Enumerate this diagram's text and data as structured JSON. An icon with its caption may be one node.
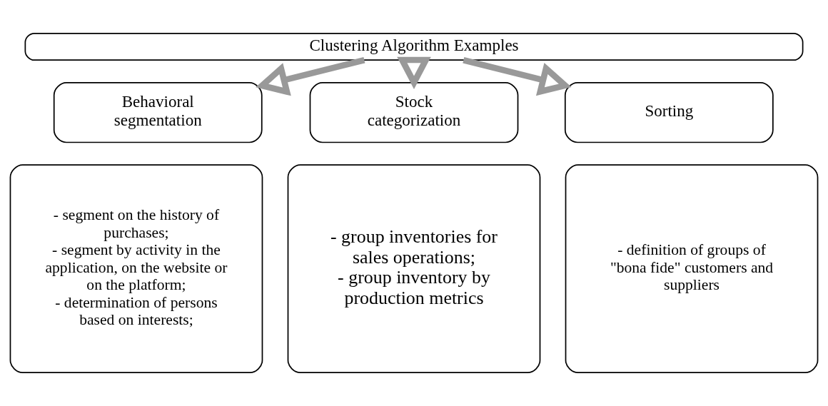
{
  "diagram": {
    "nodes": [
      {
        "text": [
          "Clustering Algorithm Examples"
        ]
      },
      {
        "text": [
          "Behavioral segmentation"
        ]
      },
      {
        "text": [
          "Stock categorization"
        ]
      },
      {
        "text": [
          "Sorting"
        ]
      },
      {
        "text": [
          "- segment on the history of purchases;",
          "- segment by activity in the application, on the website or on the platform;",
          "- determination of persons based on interests;"
        ]
      },
      {
        "text": [
          "- group inventories for sales operations;",
          "- group inventory by production metrics"
        ]
      },
      {
        "text": [
          "- definition of groups of \"bona fide\" customers and suppliers"
        ]
      }
    ],
    "edges": [
      {
        "from": 0,
        "to": 1,
        "arrow": "to"
      },
      {
        "from": 0,
        "to": 2,
        "arrow": "to"
      },
      {
        "from": 0,
        "to": 3,
        "arrow": "to"
      }
    ]
  }
}
